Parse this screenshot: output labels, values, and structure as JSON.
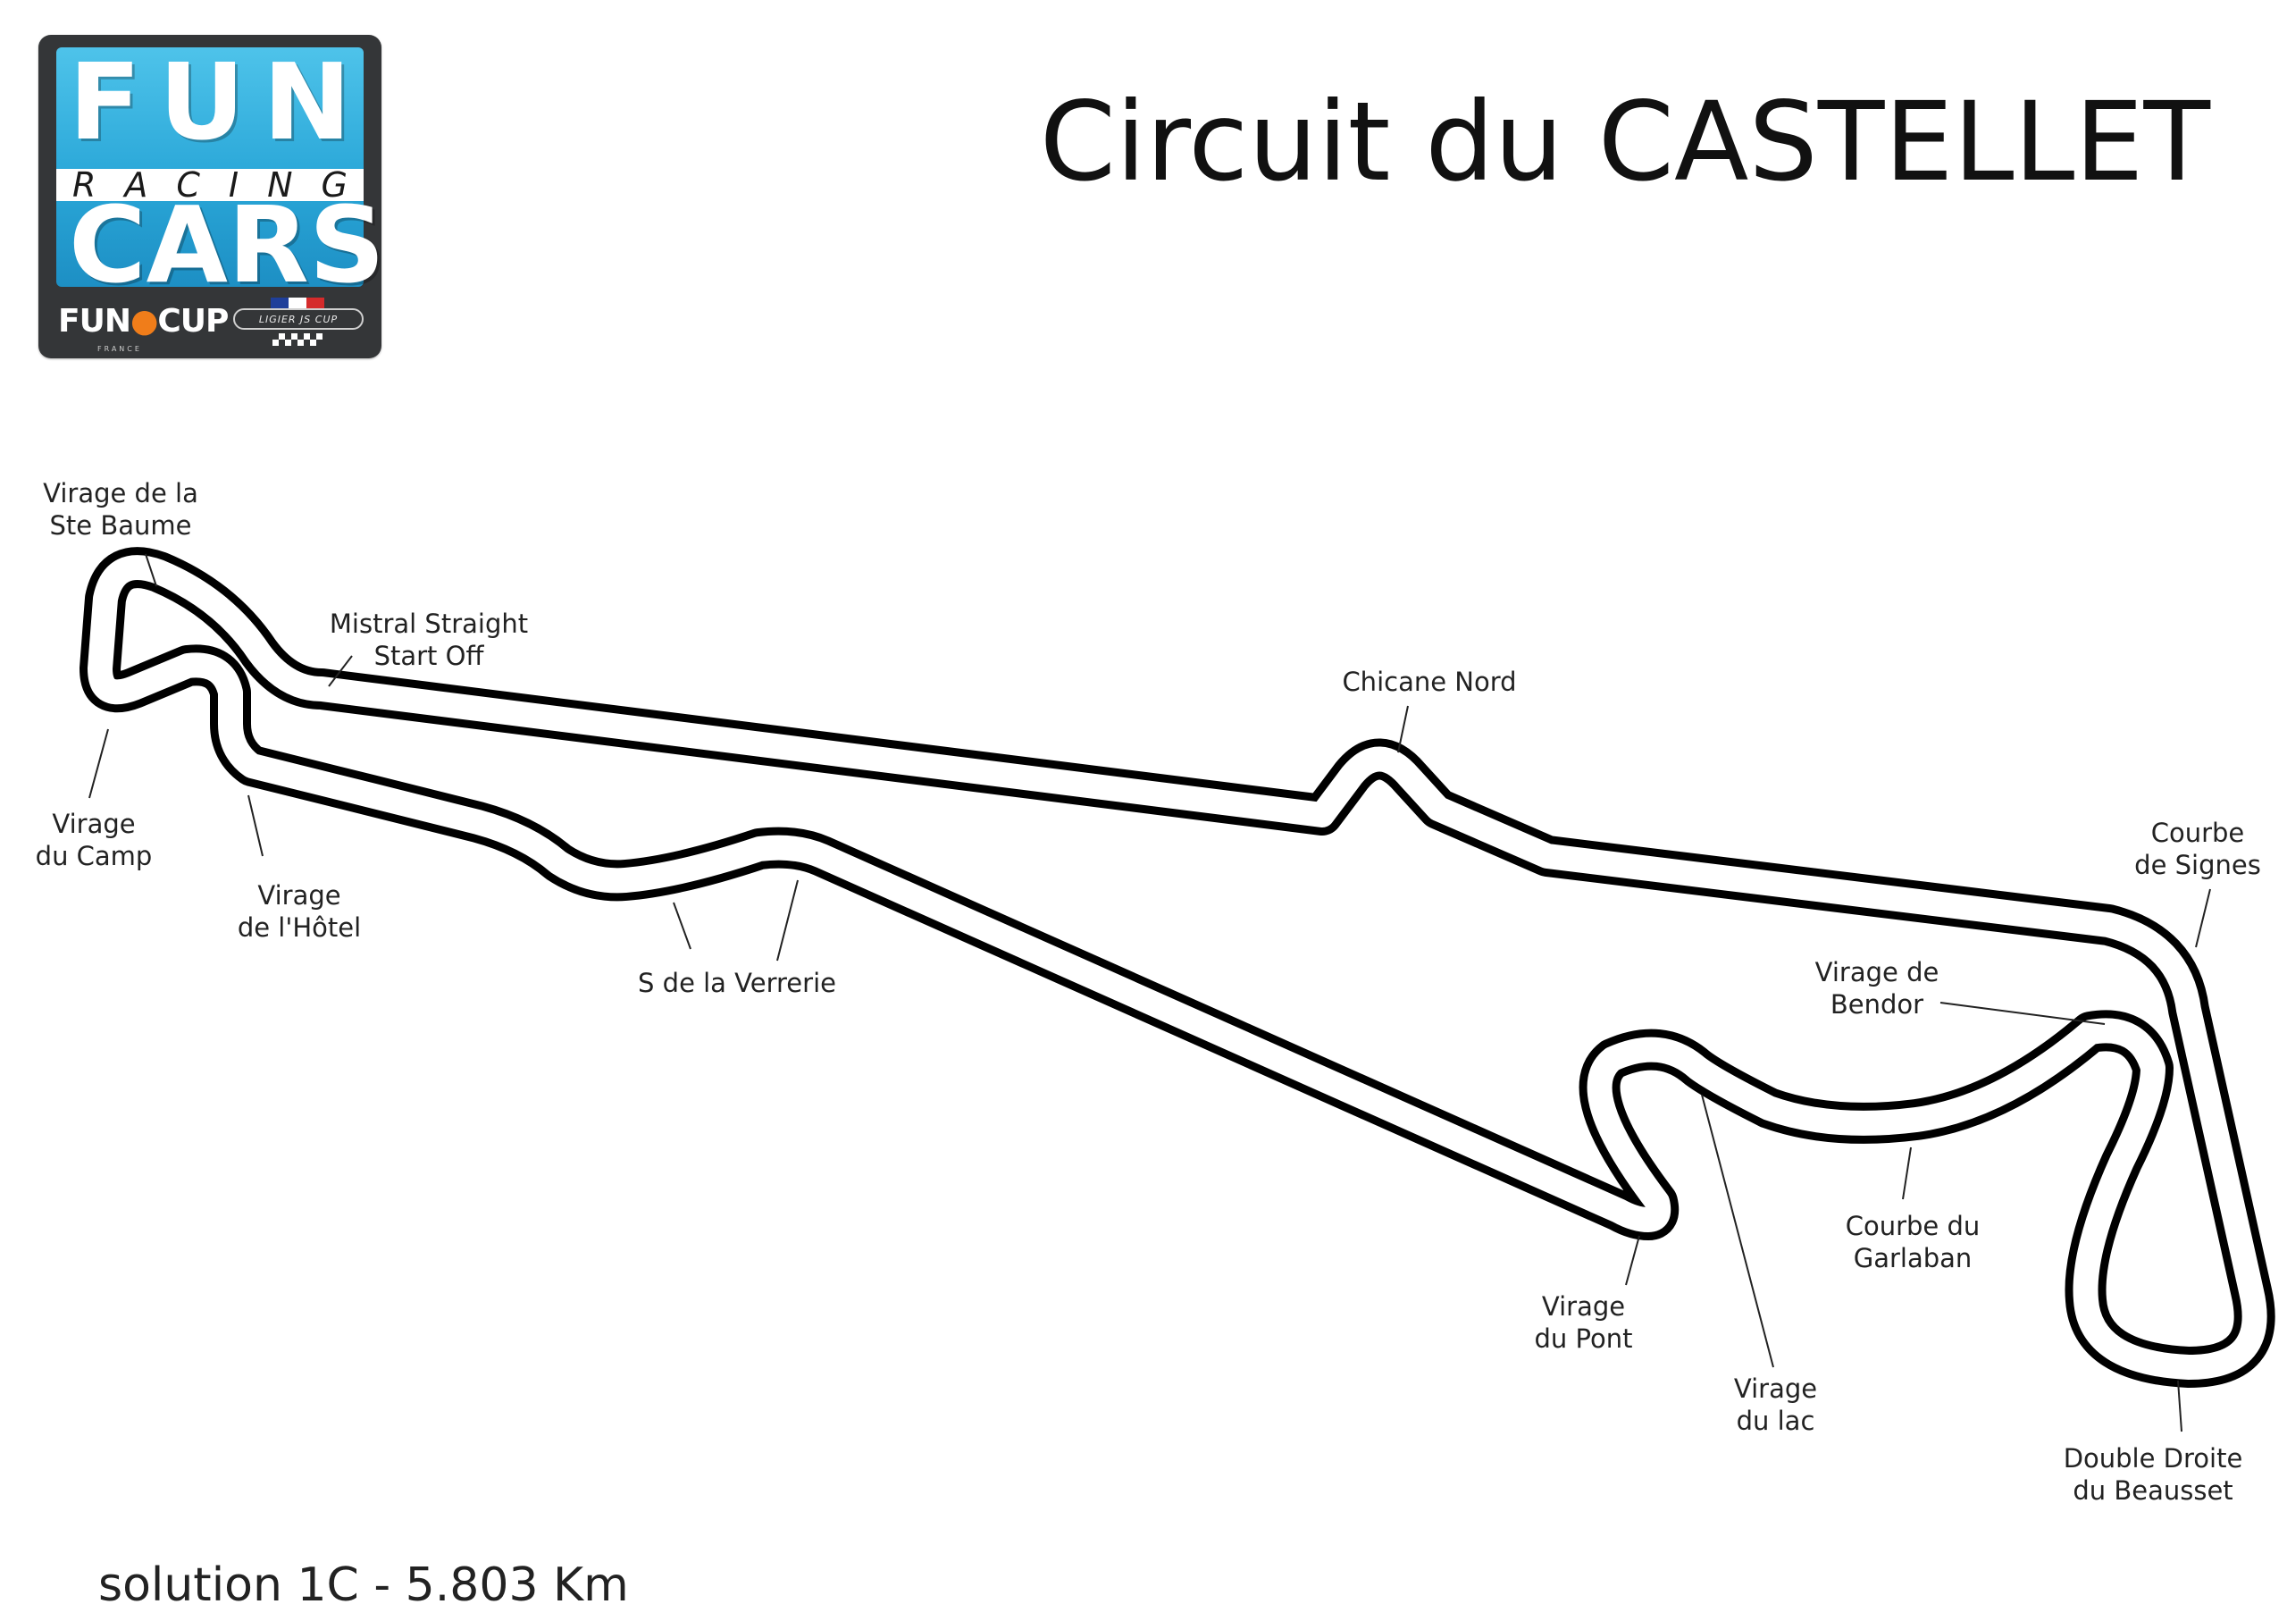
{
  "title": "Circuit du CASTELLET",
  "footer": "solution 1C - 5.803 Km",
  "logo": {
    "line1": [
      "F",
      "U",
      "N"
    ],
    "band": [
      "R",
      "A",
      "C",
      "I",
      "N",
      "G"
    ],
    "line2": [
      "C",
      "A",
      "R",
      "S"
    ],
    "funcup_a": "FUN",
    "funcup_b": "CUP",
    "funcup_sub": "FRANCE",
    "ligier": "LIGIER JS CUP",
    "flag_colors": [
      "#1f3f9a",
      "#ffffff",
      "#d52b2b"
    ],
    "colors": {
      "blue": "#2aa7d8",
      "frame": "#343638"
    }
  },
  "corners": [
    {
      "id": "ste-baume",
      "lines": [
        "Virage de la",
        "Ste Baume"
      ]
    },
    {
      "id": "mistral",
      "lines": [
        "Mistral Straight",
        "Start Off"
      ]
    },
    {
      "id": "camp",
      "lines": [
        "Virage",
        "du Camp"
      ]
    },
    {
      "id": "hotel",
      "lines": [
        "Virage",
        "de l'Hôtel"
      ]
    },
    {
      "id": "verrerie",
      "lines": [
        "S de la Verrerie"
      ]
    },
    {
      "id": "chicane-nord",
      "lines": [
        "Chicane Nord"
      ]
    },
    {
      "id": "signes",
      "lines": [
        "Courbe",
        "de Signes"
      ]
    },
    {
      "id": "bendor",
      "lines": [
        "Virage de",
        "Bendor"
      ]
    },
    {
      "id": "garlaban",
      "lines": [
        "Courbe du",
        "Garlaban"
      ]
    },
    {
      "id": "pont",
      "lines": [
        "Virage",
        "du Pont"
      ]
    },
    {
      "id": "lac",
      "lines": [
        "Virage",
        "du lac"
      ]
    },
    {
      "id": "beausset",
      "lines": [
        "Double Droite",
        "du Beausset"
      ]
    }
  ]
}
